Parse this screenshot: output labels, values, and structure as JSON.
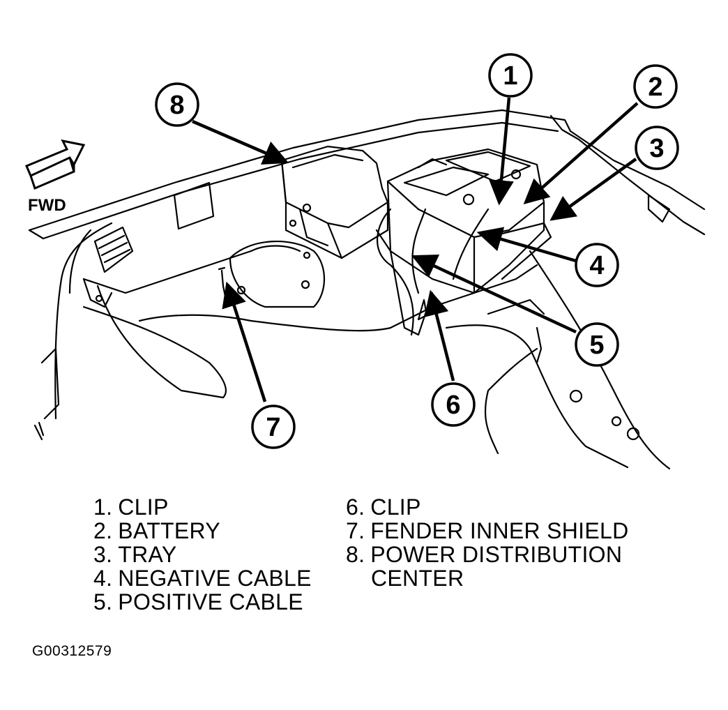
{
  "diagram": {
    "direction_label": "FWD",
    "callouts": [
      {
        "number": "1",
        "label": "CLIP"
      },
      {
        "number": "2",
        "label": "BATTERY"
      },
      {
        "number": "3",
        "label": "TRAY"
      },
      {
        "number": "4",
        "label": "NEGATIVE CABLE"
      },
      {
        "number": "5",
        "label": "POSITIVE CABLE"
      },
      {
        "number": "6",
        "label": "CLIP"
      },
      {
        "number": "7",
        "label": "FENDER INNER SHIELD"
      },
      {
        "number": "8",
        "label": "POWER DISTRIBUTION",
        "label_cont": "CENTER"
      }
    ]
  },
  "legend": {
    "items": [
      {
        "num": "1.",
        "text": "CLIP"
      },
      {
        "num": "2.",
        "text": "BATTERY"
      },
      {
        "num": "3.",
        "text": "TRAY"
      },
      {
        "num": "4.",
        "text": "NEGATIVE CABLE"
      },
      {
        "num": "5.",
        "text": "POSITIVE CABLE"
      },
      {
        "num": "6.",
        "text": "CLIP"
      },
      {
        "num": "7.",
        "text": "FENDER INNER SHIELD"
      },
      {
        "num": "8.",
        "text": "POWER DISTRIBUTION",
        "cont": "CENTER"
      }
    ]
  },
  "figure_id": "G00312579"
}
